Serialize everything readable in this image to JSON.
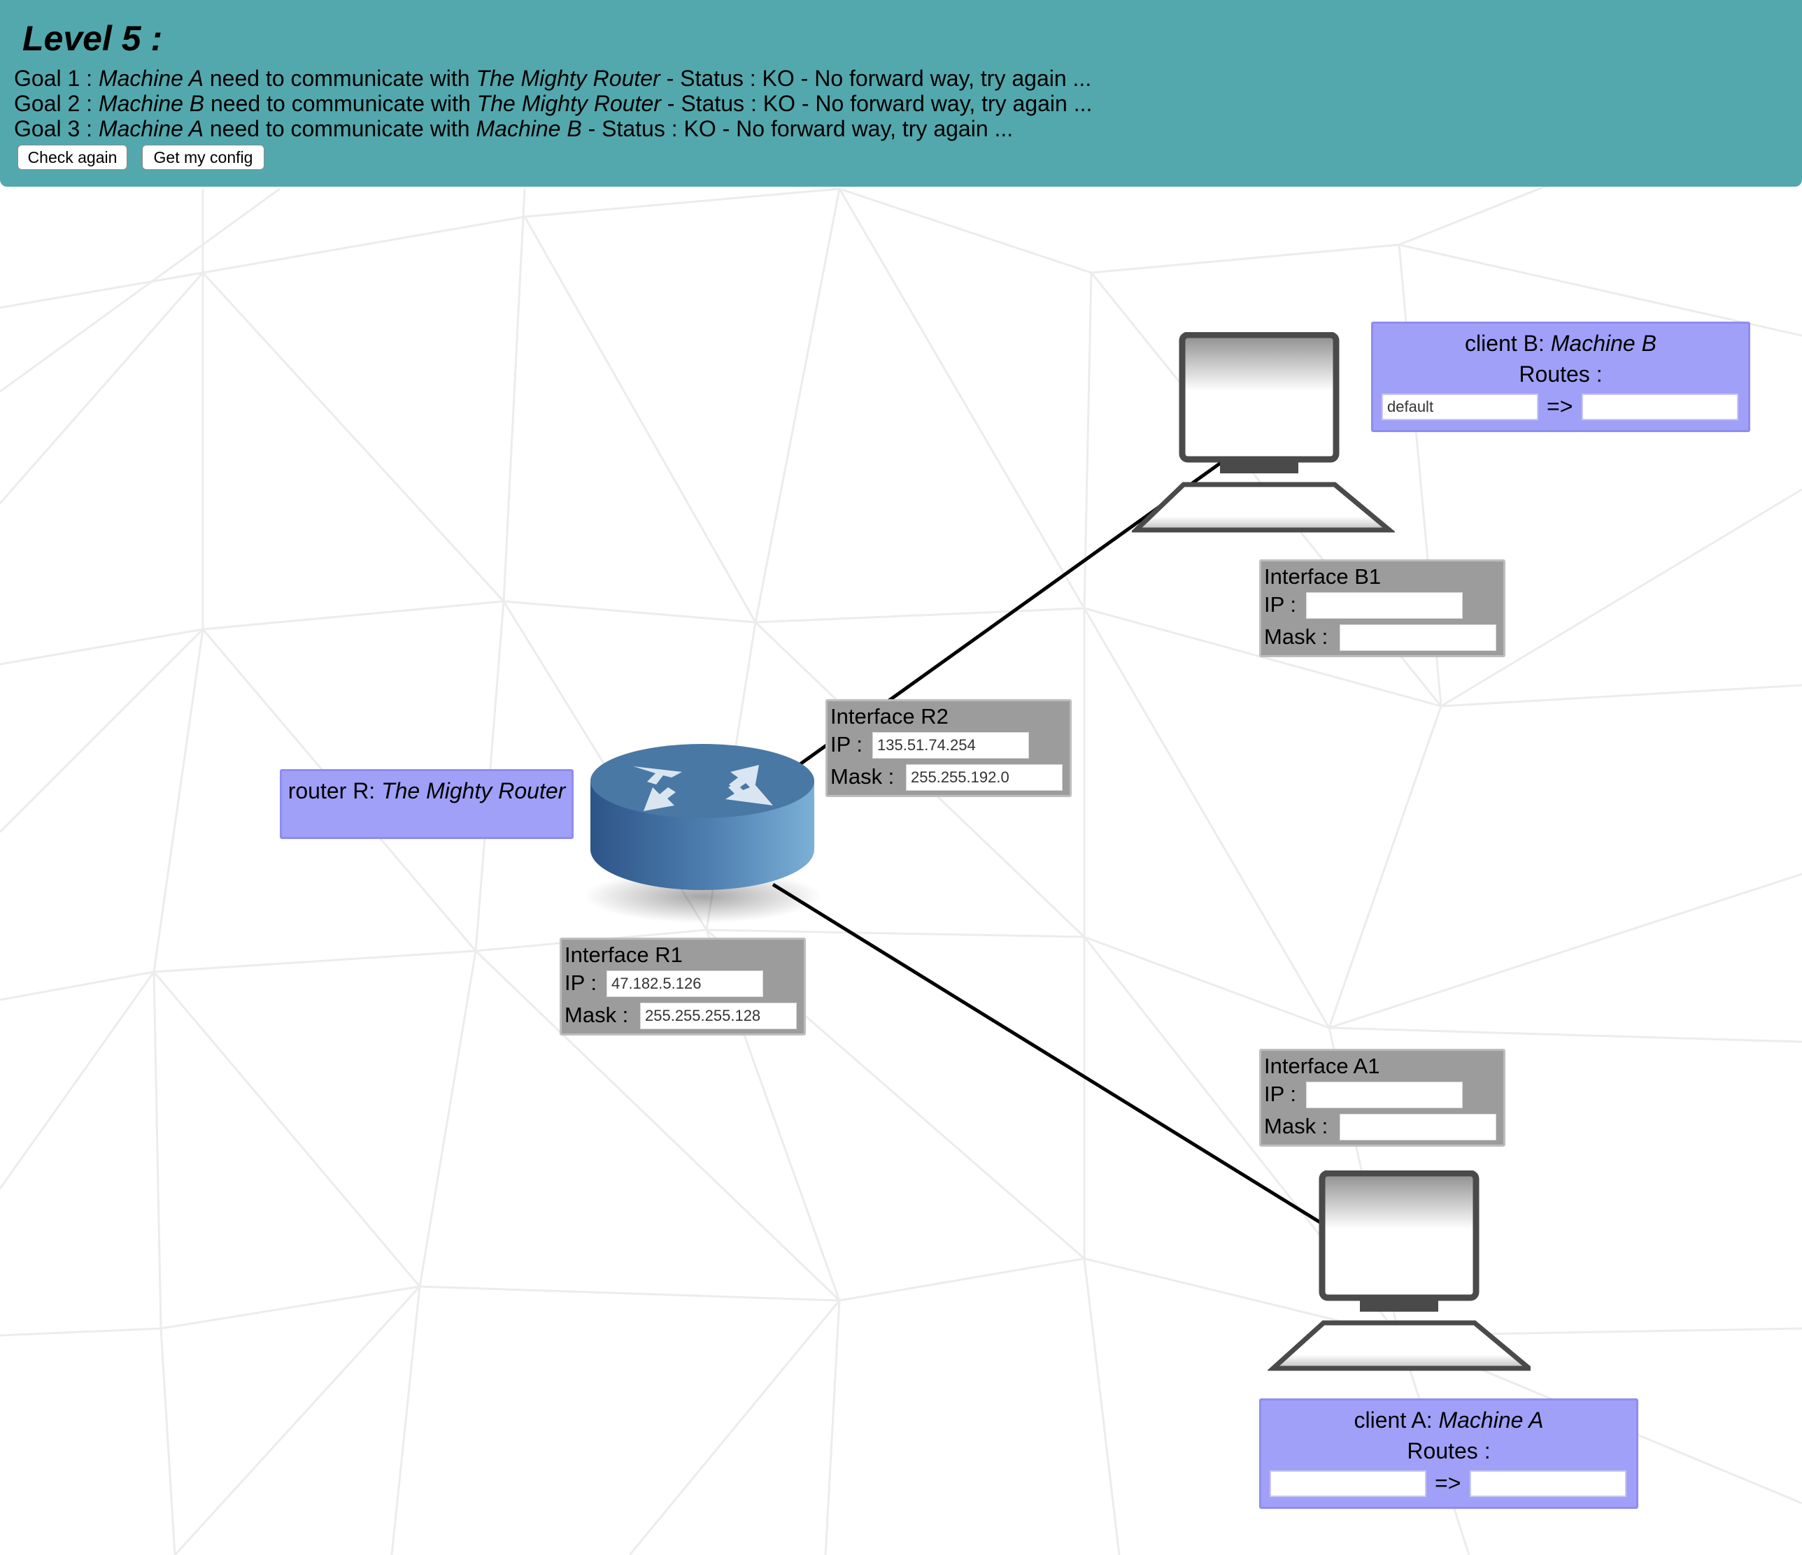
{
  "header": {
    "title": "Level 5 :",
    "goals": [
      {
        "prefix": "Goal 1 : ",
        "source": "Machine A",
        "middle": " need to communicate with ",
        "target": "The Mighty Router",
        "status": " - Status : KO - No forward way, try again ..."
      },
      {
        "prefix": "Goal 2 : ",
        "source": "Machine B",
        "middle": " need to communicate with ",
        "target": "The Mighty Router",
        "status": " - Status : KO - No forward way, try again ..."
      },
      {
        "prefix": "Goal 3 : ",
        "source": "Machine A",
        "middle": " need to communicate with ",
        "target": "Machine B",
        "status": " - Status : KO - No forward way, try again ..."
      }
    ],
    "buttons": {
      "check_again": "Check again",
      "get_config": "Get my config"
    },
    "colors": {
      "header_bg": "#53a8ad"
    }
  },
  "router": {
    "label_prefix": "router R: ",
    "label_name": "The Mighty Router",
    "icon": "router-icon"
  },
  "client_b": {
    "label_prefix": "client B: ",
    "label_name": "Machine B",
    "routes_label": "Routes :",
    "arrow": "=>",
    "route_destination": "default",
    "route_gateway": "",
    "icon": "computer-icon"
  },
  "client_a": {
    "label_prefix": "client A: ",
    "label_name": "Machine A",
    "routes_label": "Routes :",
    "arrow": "=>",
    "route_destination": "",
    "route_gateway": "",
    "icon": "computer-icon"
  },
  "interfaces": {
    "r1": {
      "title": "Interface R1",
      "ip_label": "IP :",
      "mask_label": "Mask :",
      "ip": "47.182.5.126",
      "mask": "255.255.255.128"
    },
    "r2": {
      "title": "Interface R2",
      "ip_label": "IP :",
      "mask_label": "Mask :",
      "ip": "135.51.74.254",
      "mask": "255.255.192.0"
    },
    "b1": {
      "title": "Interface B1",
      "ip_label": "IP :",
      "mask_label": "Mask :",
      "ip": "",
      "mask": ""
    },
    "a1": {
      "title": "Interface A1",
      "ip_label": "IP :",
      "mask_label": "Mask :",
      "ip": "",
      "mask": ""
    }
  },
  "colors": {
    "label_box": "#a0a0f8",
    "interface_box": "#9c9c9c",
    "router_body": "#4a78a4"
  }
}
